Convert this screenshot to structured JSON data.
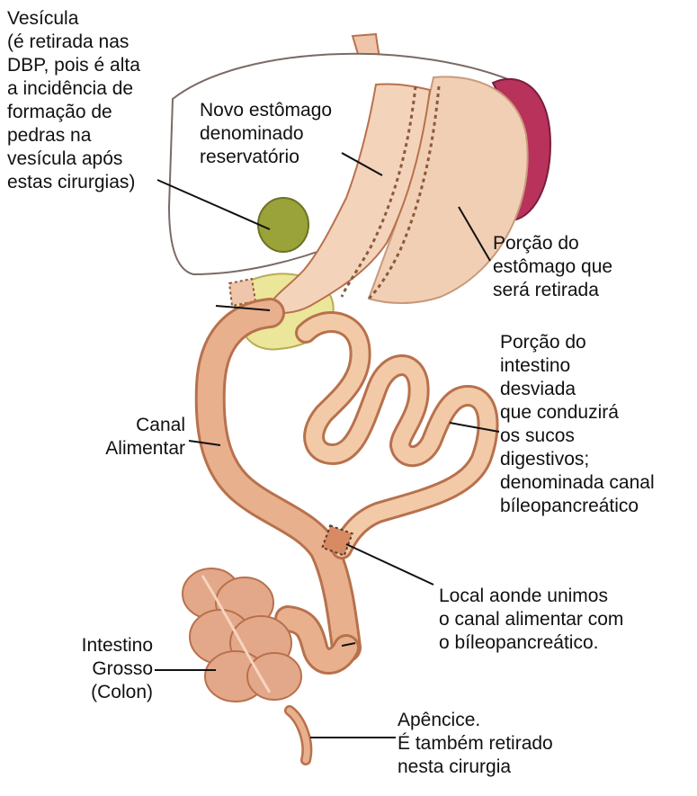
{
  "colors": {
    "intestine": "#e9b08e",
    "intestine_stroke": "#b8714c",
    "stomach": "#f1cfb4",
    "liver_stroke": "#7a6a66",
    "spleen": "#b8325c",
    "gallbladder": "#9aa23a",
    "pancreas": "#ece69a",
    "text": "#111111"
  },
  "labels": {
    "vesicula": [
      "Vesícula",
      "(é retirada nas",
      "DBP, pois é alta",
      "a incidência de",
      "formação de",
      "pedras na",
      "vesícula após",
      "estas cirurgias)"
    ],
    "novo_estomago": [
      "Novo estômago",
      "denominado",
      "reservatório"
    ],
    "porcao_estomago": [
      "Porção do",
      "estômago que",
      "será retirada"
    ],
    "porcao_intestino": [
      "Porção do",
      "intestino",
      "desviada",
      "que conduzirá",
      "os sucos",
      "digestivos;",
      "denominada canal",
      "bíleopancreático"
    ],
    "canal_alimentar": [
      "Canal",
      "Alimentar"
    ],
    "local_unimos": [
      "Local aonde unimos",
      "o canal alimentar com",
      "o bíleopancreático."
    ],
    "intestino_grosso": [
      "Intestino",
      "Grosso",
      "(Colon)"
    ],
    "apendice": [
      "Apêncice.",
      "É também retirado",
      "nesta cirurgia"
    ]
  }
}
